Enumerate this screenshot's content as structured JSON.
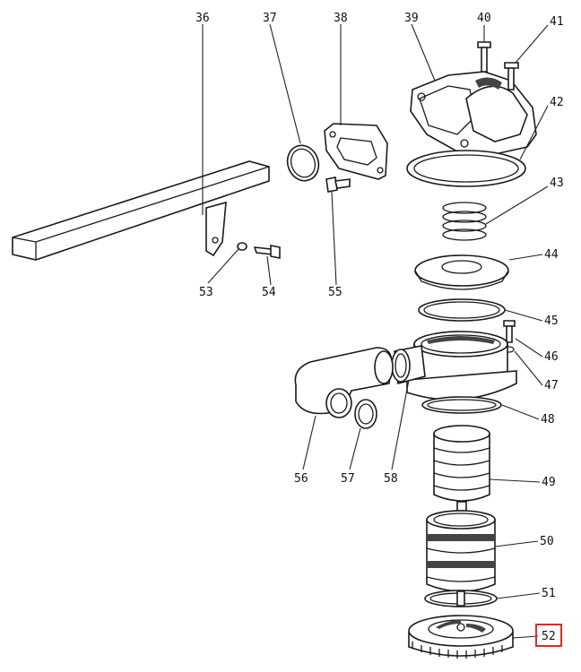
{
  "diagram": {
    "callouts": [
      "36",
      "37",
      "38",
      "39",
      "40",
      "41",
      "42",
      "43",
      "44",
      "45",
      "46",
      "47",
      "48",
      "49",
      "50",
      "51",
      "52",
      "53",
      "54",
      "55",
      "56",
      "57",
      "58"
    ],
    "highlighted_callout": "52",
    "highlight_color": "#d62f2f",
    "line_color": "#222222",
    "background": "#ffffff"
  }
}
